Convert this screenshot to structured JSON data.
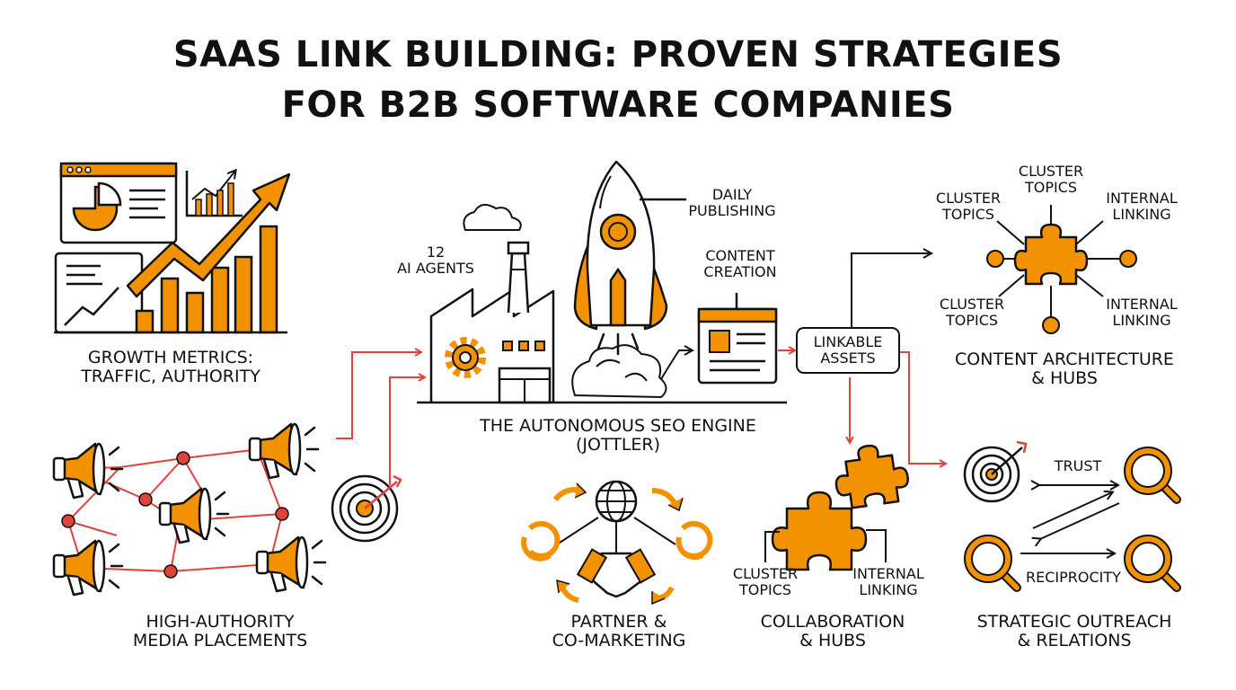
{
  "title": {
    "line1": "SAAS LINK BUILDING: PROVEN STRATEGIES",
    "line2": "FOR B2B SOFTWARE COMPANIES"
  },
  "growth": {
    "label_line1": "GROWTH METRICS:",
    "label_line2": "TRAFFIC, AUTHORITY"
  },
  "media": {
    "label_line1": "HIGH-AUTHORITY",
    "label_line2": "MEDIA PLACEMENTS"
  },
  "engine": {
    "agents_line1": "12",
    "agents_line2": "AI AGENTS",
    "daily_line1": "DAILY",
    "daily_line2": "PUBLISHING",
    "content_line1": "CONTENT",
    "content_line2": "CREATION",
    "label_line1": "THE AUTONOMOUS SEO ENGINE",
    "label_line2": "(JOTTLER)"
  },
  "linkable": {
    "line1": "LINKABLE",
    "line2": "ASSETS"
  },
  "architecture": {
    "cluster_top_line1": "CLUSTER",
    "cluster_top_line2": "TOPICS",
    "cluster_left_line1": "CLUSTER",
    "cluster_left_line2": "TOPICS",
    "internal_right_line1": "INTERNAL",
    "internal_right_line2": "LINKING",
    "cluster_bottom_line1": "CLUSTER",
    "cluster_bottom_line2": "TOPICS",
    "internal_bottom_line1": "INTERNAL",
    "internal_bottom_line2": "LINKING",
    "label_line1": "CONTENT ARCHITECTURE",
    "label_line2": "& HUBS"
  },
  "partner": {
    "label_line1": "PARTNER &",
    "label_line2": "CO-MARKETING"
  },
  "collab": {
    "cluster_line1": "CLUSTER",
    "cluster_line2": "TOPICS",
    "internal_line1": "INTERNAL",
    "internal_line2": "LINKING",
    "label_line1": "COLLABORATION",
    "label_line2": "& HUBS"
  },
  "outreach": {
    "trust": "TRUST",
    "reciprocity": "RECIPROCITY",
    "label_line1": "STRATEGIC OUTREACH",
    "label_line2": "& RELATIONS"
  },
  "colors": {
    "accent": "#F39200",
    "ink": "#111111",
    "connector": "#E0433A"
  }
}
